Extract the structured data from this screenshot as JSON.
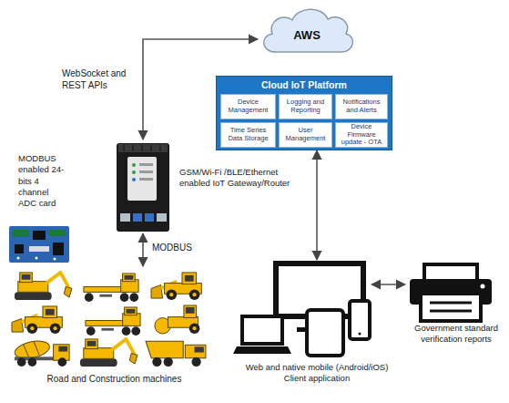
{
  "diagram": {
    "nodes": [
      {
        "text": [
          "AWS"
        ]
      },
      {
        "text": [
          "Cloud IoT Platform"
        ]
      },
      {
        "text": [
          "Device Management"
        ],
        "in": 1
      },
      {
        "text": [
          "Logging and Reporting"
        ],
        "in": 1
      },
      {
        "text": [
          "Notifications and Alerts"
        ],
        "in": 1
      },
      {
        "text": [
          "Time Series Data Storage"
        ],
        "in": 1
      },
      {
        "text": [
          "User Management"
        ],
        "in": 1
      },
      {
        "text": [
          "Device Firmware update - OTA"
        ],
        "in": 1
      },
      {
        "text": [
          "GSM/Wi-Fi /BLE/Ethernet enabled IoT Gateway/Router"
        ]
      },
      {
        "text": [
          "Road and Construction machines"
        ]
      },
      {
        "text": [
          "Web and native mobile (Android/iOS) Client application"
        ]
      },
      {
        "text": [
          "Government standard verification reports"
        ]
      }
    ],
    "edges": [
      {
        "from": 0,
        "to": 8,
        "arrow": "both",
        "label": "WebSocket and REST APIs"
      },
      {
        "from": 8,
        "to": 9,
        "arrow": "both",
        "label": "MODBUS"
      },
      {
        "from": 1,
        "to": 10,
        "arrow": "both"
      },
      {
        "from": 10,
        "to": 11,
        "arrow": "both"
      }
    ],
    "labels": [
      "MODBUS enabled 24-bits 4 channel ADC card"
    ]
  }
}
